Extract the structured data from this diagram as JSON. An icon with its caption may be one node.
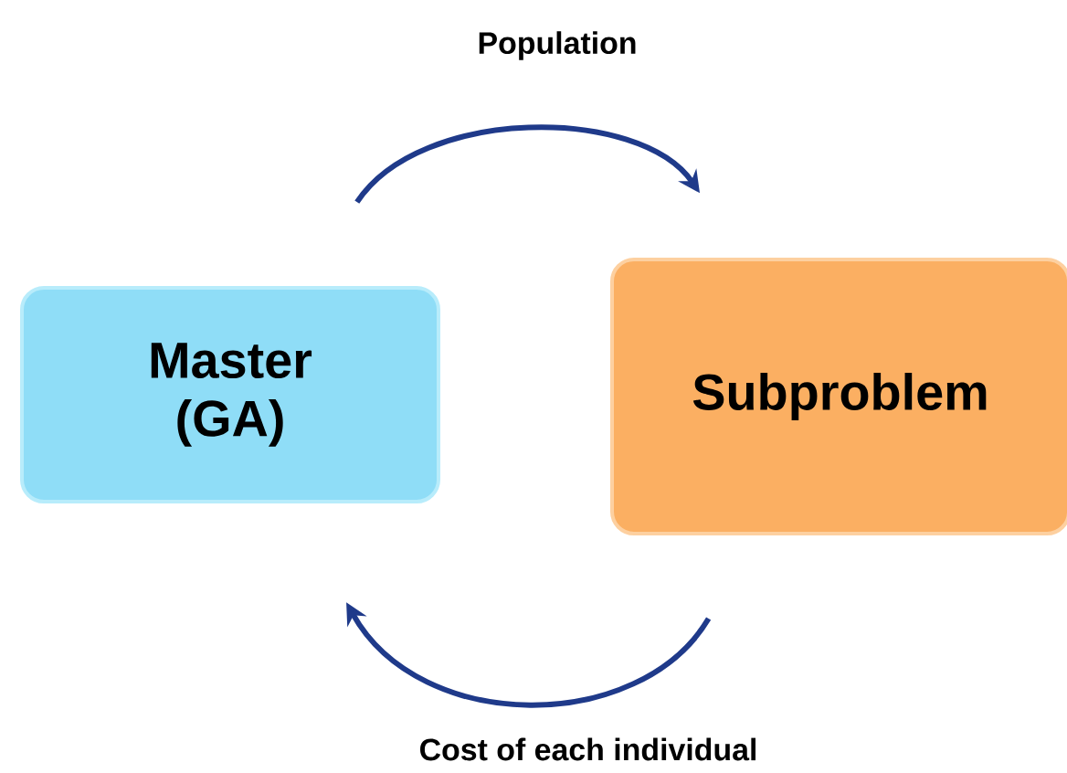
{
  "diagram": {
    "nodes": [
      {
        "text": [
          "Master (GA)"
        ]
      },
      {
        "text": [
          "Subproblem"
        ]
      }
    ],
    "edges": [
      {
        "from": 0,
        "to": 1,
        "arrow": "to",
        "label": "Population"
      },
      {
        "from": 1,
        "to": 0,
        "arrow": "to",
        "label": "Cost of each individual"
      }
    ]
  }
}
